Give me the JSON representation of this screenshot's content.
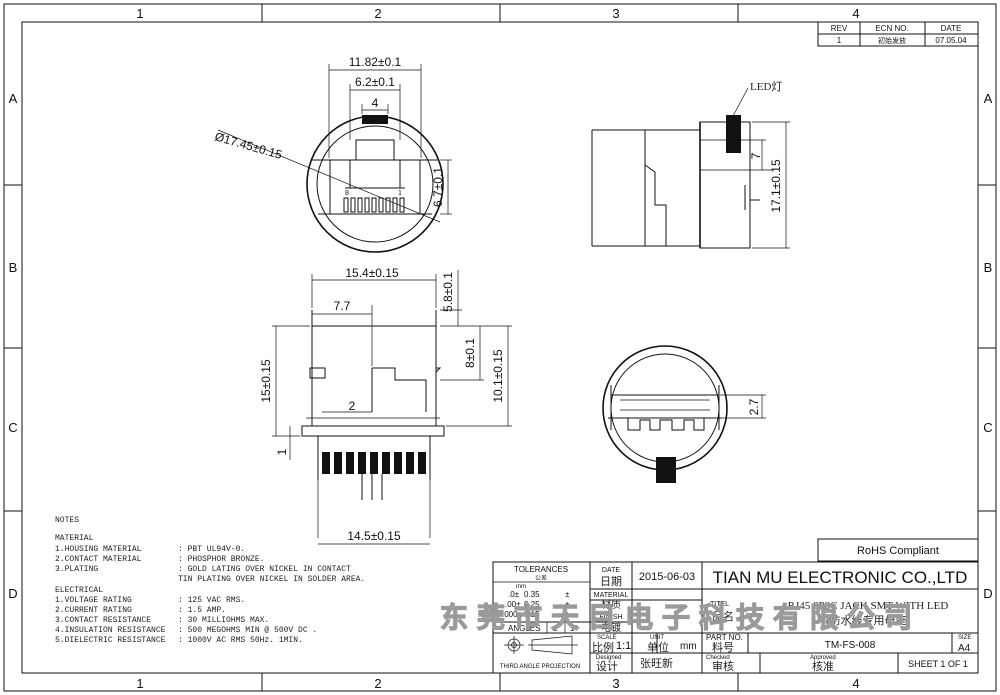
{
  "frame": {
    "columns": [
      "1",
      "2",
      "3",
      "4"
    ],
    "rows": [
      "A",
      "B",
      "C",
      "D"
    ]
  },
  "revision_table": {
    "headers": [
      "REV",
      "ECN NO.",
      "DATE"
    ],
    "row": [
      "1",
      "初始发放",
      "07.05.04"
    ]
  },
  "dimensions": {
    "width_overall": "11.82±0.1",
    "width_inner": "6.2±0.1",
    "slot_width": "4",
    "diameter": "Ø17.45±0.15",
    "pin_first": "8",
    "pin_last": "1",
    "height_to_slot": "6.7±0.1",
    "side_height": "17.1±0.15",
    "side_offset": "7",
    "led_label": "LED灯",
    "body_width": "15.4±0.15",
    "body_half": "7.7",
    "body_height": "15±0.15",
    "top_offset": "5.8±0.1",
    "mid_height": "8±0.1",
    "total_height": "10.1±0.15",
    "slot_small": "2",
    "flange": "1",
    "base_width": "14.5±0.15",
    "tab_height": "2.7"
  },
  "notes": {
    "title": "NOTES",
    "material_title": "MATERIAL",
    "material": [
      {
        "k": "1.HOUSING MATERIAL",
        "v": ": PBT UL94V-0."
      },
      {
        "k": "2.CONTACT MATERIAL",
        "v": ": PHOSPHOR BRONZE."
      },
      {
        "k": "3.PLATING",
        "v": ": GOLD LATING OVER NICKEL IN CONTACT"
      },
      {
        "k": "",
        "v": "  TIN PLATING OVER NICKEL IN SOLDER AREA."
      }
    ],
    "electrical_title": "ELECTRICAL",
    "electrical": [
      {
        "k": "1.VOLTAGE RATING",
        "v": ": 125 VAC RMS."
      },
      {
        "k": "2.CURRENT RATING",
        "v": ": 1.5 AMP."
      },
      {
        "k": "3.CONTACT RESISTANCE",
        "v": ": 30 MILLIOHMS MAX."
      },
      {
        "k": "4.INSULATION RESISTANCE",
        "v": ": 500 MEGOHMS MIN @ 500V DC ."
      },
      {
        "k": "5.DIELECTRIC RESISTANCE",
        "v": ": 1000V AC RMS 50Hz. 1MIN."
      }
    ]
  },
  "title_block": {
    "rohs": "RoHS  Compliant",
    "tolerances": "TOLERANCES",
    "tolerances_cn": "公差",
    "unit_mm": "mm",
    "tol_rows": [
      {
        "a": ".0±",
        "b": "0.35",
        "c": "±"
      },
      {
        "a": ".00±",
        "b": "0.25",
        "c": "±"
      },
      {
        "a": ".000±",
        "b": "0.15",
        "c": "±"
      }
    ],
    "angles": "ANGLES",
    "angles_val": "±",
    "angles_deg": "1°",
    "date_label": "DATE",
    "date_cn": "日期",
    "date_value": "2015-06-03",
    "company": "TIAN MU ELECTRONIC CO.,LTD",
    "material_label": "MATERIAL",
    "material_cn": "材质",
    "finish_label": "FINISH",
    "finish_cn": "电镀",
    "titel_label": "TITEL",
    "titel_cn": "品名",
    "product_line1": "RJ45 8P8C JACK SMT WITH LED",
    "product_line2": "(防水线专用母座)",
    "scale_label": "SCALE",
    "scale_cn": "比例",
    "scale_value": "1:1",
    "unit_label": "UNIT",
    "unit_cn": "单位",
    "unit_value": "mm",
    "partno_label": "PART NO.",
    "partno_cn": "料号",
    "partno_value": "TM-FS-008",
    "size_label": "SIZE",
    "size_value": "A4",
    "designed_label": "Designed",
    "designed_cn": "设计",
    "designer": "张旺新",
    "checked_label": "Checked",
    "checked_cn": "审核",
    "approved_label": "Approved",
    "approved_cn": "核准",
    "sheet": "SHEET  1  OF  1",
    "projection": "THIRD ANGLE PROJECTION"
  },
  "watermark": "东莞市天目电子科技有限公司"
}
